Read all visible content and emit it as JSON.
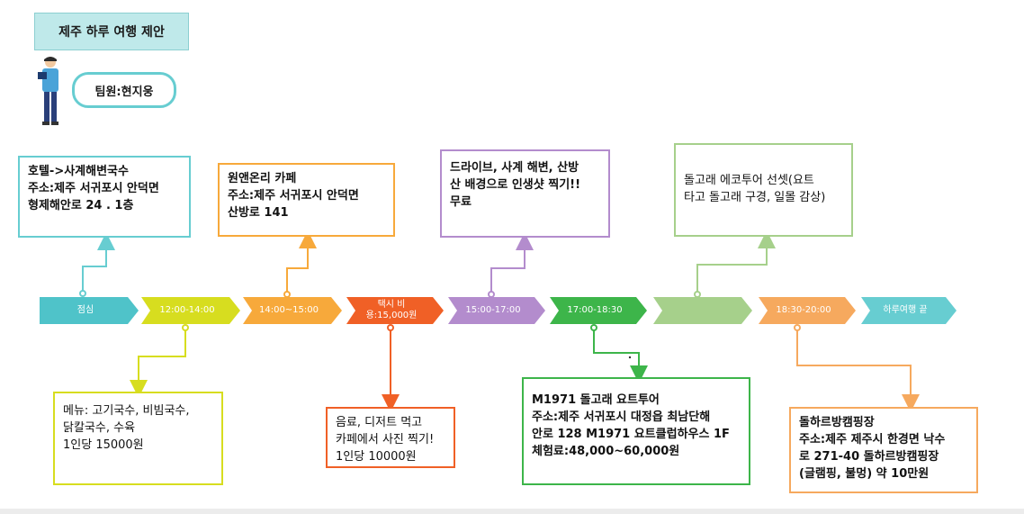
{
  "title": "제주 하루 여행 제안",
  "team": "팀원:현지웅",
  "timeline": [
    {
      "label": "점심",
      "color": "#4fc3c9"
    },
    {
      "label": "12:00-14:00",
      "color": "#d7dd1f"
    },
    {
      "label": "14:00~15:00",
      "color": "#f7a93b"
    },
    {
      "label": "택시 비\n용:15,000원",
      "color": "#f06026"
    },
    {
      "label": "15:00-17:00",
      "color": "#b38ccd"
    },
    {
      "label": "17:00-18:30",
      "color": "#3db54a"
    },
    {
      "label": "",
      "color": "#a6d08b"
    },
    {
      "label": "18:30-20:00",
      "color": "#f6a95e"
    },
    {
      "label": "하루여행 끝",
      "color": "#67cdd1"
    }
  ],
  "cards": {
    "lunch": "호텔->사계해변국수\n주소:제주 서귀포시 안덕면\n형제해안로 24 . 1층",
    "menu": "메뉴: 고기국수, 비빔국수,\n닭칼국수, 수육\n1인당  15000원",
    "cafe": "원앤온리 카페\n주소:제주 서귀포시 안덕면\n산방로 141",
    "dessert": "음료, 디저트 먹고\n카페에서 사진 찍기!\n1인당 10000원",
    "drive": "드라이브, 사계 해변, 산방\n산 배경으로 인생샷 찍기!!\n무료",
    "yacht": "M1971 돌고래 요트투어\n주소:제주 서귀포시 대정읍 최남단해\n안로 128 M1971 요트클럽하우스 1F\n체험료:48,000~60,000원",
    "sunset": "돌고래 에코투어 선셋(요트\n타고 돌고래 구경, 일몰 감상)",
    "camping": "돌하르방캠핑장\n주소:제주 제주시 한경면 낙수\n로 271-40 돌하르방캠핑장\n(글램핑, 불멍) 약 10만원"
  }
}
